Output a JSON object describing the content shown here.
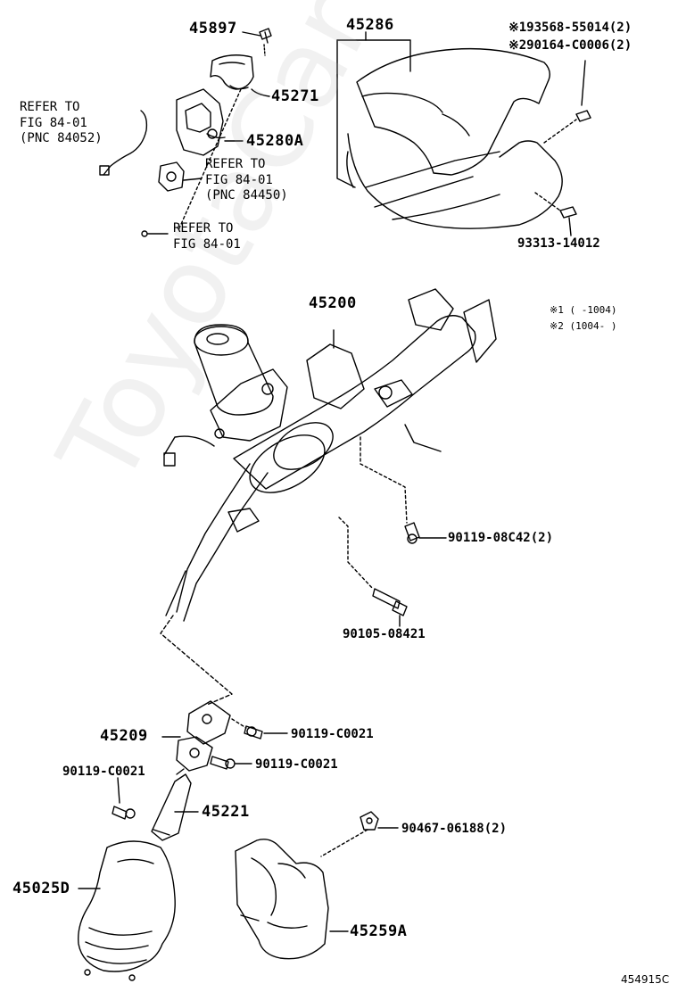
{
  "watermark": "ToyotaCarviner.ru",
  "figure_code": "454915C",
  "notes": {
    "n1_part": "※193568-55014(2)",
    "n2_part": "※290164-C0006(2)",
    "legend1": "※1 ( -1004)",
    "legend2": "※2 (1004- )"
  },
  "parts": {
    "p45897": "45897",
    "p45286": "45286",
    "p45271": "45271",
    "p45280A": "45280A",
    "p93313": "93313-14012",
    "p45200": "45200",
    "p9011908C42": "90119-08C42(2)",
    "p9010508421": "90105-08421",
    "p45209": "45209",
    "p90119C0021_a": "90119-C0021",
    "p90119C0021_b": "90119-C0021",
    "p90119C0021_c": "90119-C0021",
    "p45221": "45221",
    "p9046706188": "90467-06188(2)",
    "p45025D": "45025D",
    "p45259A": "45259A"
  },
  "refs": {
    "ref1": "REFER TO\nFIG 84-01\n(PNC 84052)",
    "ref2": "REFER TO\nFIG 84-01\n(PNC 84450)",
    "ref3": "REFER TO\nFIG 84-01"
  }
}
